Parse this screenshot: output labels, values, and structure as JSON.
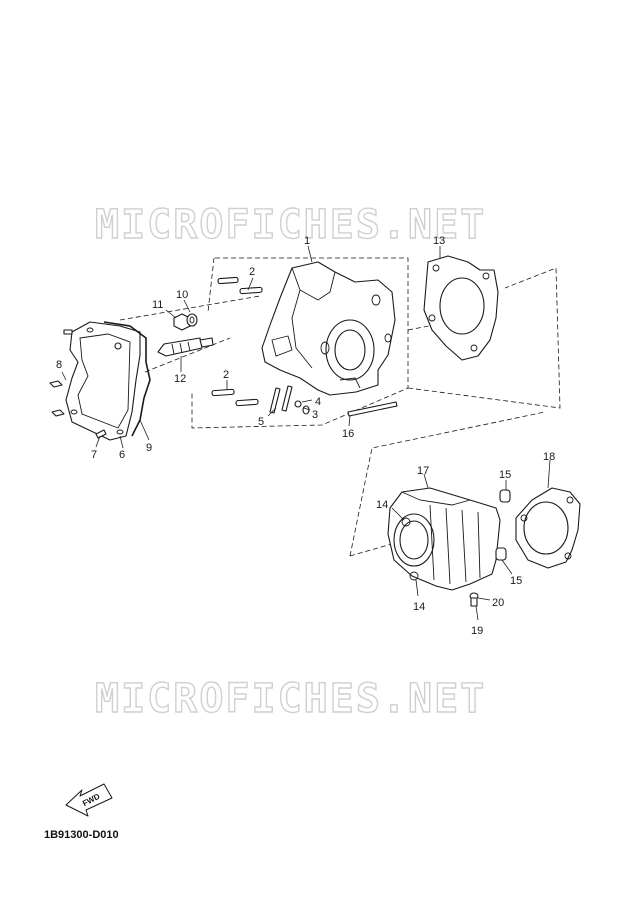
{
  "watermark": {
    "text": "MICROFICHES.NET"
  },
  "diagram": {
    "code": "1B91300-D010",
    "fwd_label": "FWD"
  },
  "callouts": {
    "c1": "1",
    "c2a": "2",
    "c2b": "2",
    "c3": "3",
    "c4": "4",
    "c5": "5",
    "c6": "6",
    "c7": "7",
    "c8": "8",
    "c9": "9",
    "c10": "10",
    "c11": "11",
    "c12": "12",
    "c13": "13",
    "c14a": "14",
    "c14b": "14",
    "c15a": "15",
    "c15b": "15",
    "c16": "16",
    "c17": "17",
    "c18": "18",
    "c19": "19",
    "c20": "20"
  },
  "icons": {
    "direction": "fwd-arrow-icon"
  }
}
